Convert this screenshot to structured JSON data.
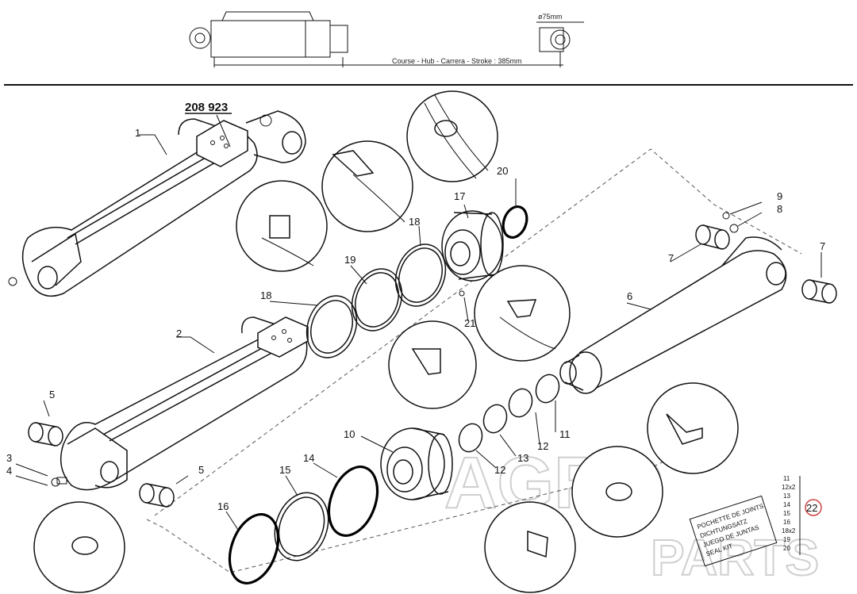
{
  "header": {
    "diameter_label": "ø75mm",
    "stroke_label": "Course - Hub - Carrera - Stroke : 385mm"
  },
  "part_code": "208 923",
  "callouts": {
    "c1": "1",
    "c2": "2",
    "c3": "3",
    "c4": "4",
    "c5a": "5",
    "c5b": "5",
    "c6": "6",
    "c7a": "7",
    "c7b": "7",
    "c8": "8",
    "c9": "9",
    "c10": "10",
    "c11": "11",
    "c12a": "12",
    "c12b": "12",
    "c13": "13",
    "c14": "14",
    "c15": "15",
    "c16": "16",
    "c17": "17",
    "c18a": "18",
    "c18b": "18",
    "c19": "19",
    "c20": "20",
    "c21": "21",
    "c22": "22"
  },
  "seal_kit": {
    "lines": [
      "POCHETTE DE JOINTS",
      "DICHTUNGSATZ",
      "JUEGO DE JUNTAS",
      "SEAL KIT"
    ],
    "items": [
      "11",
      "12x2",
      "13",
      "14",
      "15",
      "16",
      "18x2",
      "19",
      "20"
    ]
  },
  "watermark": {
    "top": "AGRO",
    "bottom": "PARTS"
  }
}
